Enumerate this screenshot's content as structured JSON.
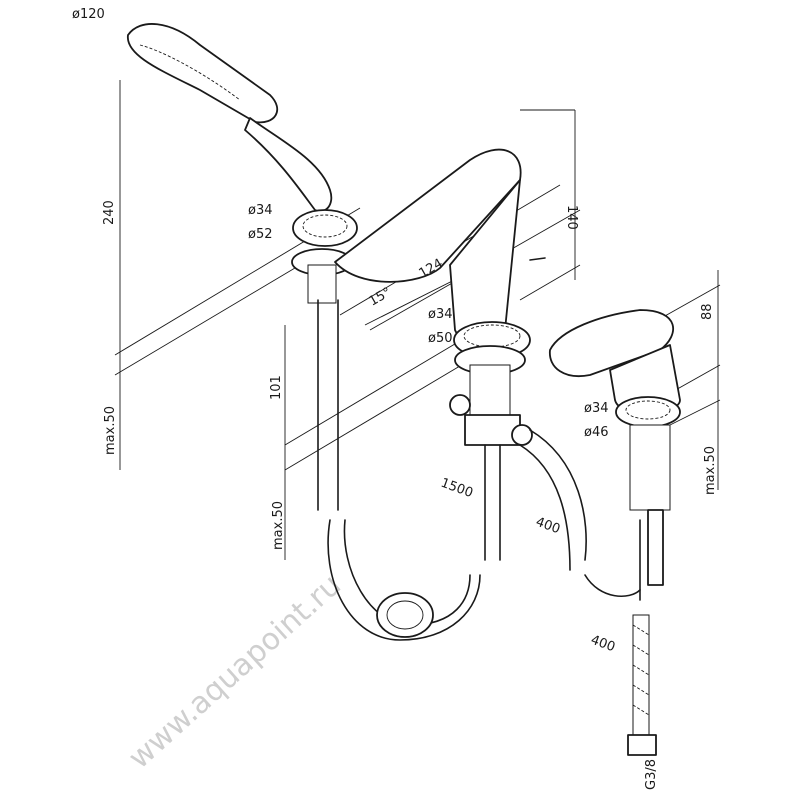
{
  "title": "Bath mixer installation dimensions drawing",
  "watermark": "www.aquapoint.ru",
  "dimensions": {
    "shower_head_diameter": "ø120",
    "shower_height": "240",
    "shower_base_inner": "ø34",
    "shower_base_outer": "ø52",
    "spout_height": "140",
    "spout_angle": "15°",
    "spout_reach": "124",
    "spout_base_inner": "ø34",
    "spout_base_outer": "ø50",
    "deck_depth": "101",
    "max_deck_left": "max.50",
    "max_deck_middle": "max.50",
    "shower_hose": "1500",
    "connection_hose": "400",
    "mixer_height": "88",
    "mixer_base_inner": "ø34",
    "mixer_base_outer": "ø46",
    "max_deck_right": "max.50",
    "supply_hose": "400",
    "thread": "G3/8"
  }
}
